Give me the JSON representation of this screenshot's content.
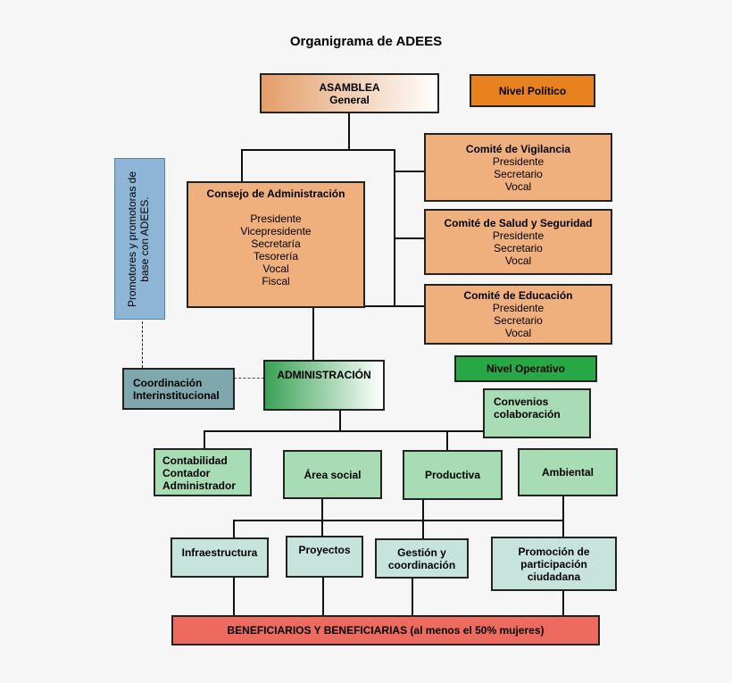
{
  "title": "Organigrama de ADEES",
  "asamblea": {
    "line1": "ASAMBLEA",
    "line2": "General"
  },
  "nivel_politico": "Nivel Político",
  "nivel_operativo": "Nivel Operativo",
  "consejo": {
    "title": "Consejo de Administración",
    "members": [
      "Presidente",
      "Vicepresidente",
      "Secretaría",
      "Tesorería",
      "Vocal",
      "Fiscal"
    ]
  },
  "comite_vigilancia": {
    "title": "Comité de Vigilancia",
    "members": [
      "Presidente",
      "Secretario",
      "Vocal"
    ]
  },
  "comite_salud": {
    "title": "Comité de Salud y Seguridad",
    "members": [
      "Presidente",
      "Secretario",
      "Vocal"
    ]
  },
  "comite_educacion": {
    "title": "Comité de Educación",
    "members": [
      "Presidente",
      "Secretario",
      "Vocal"
    ]
  },
  "promotores": {
    "line1": "Promotores y promotoras de",
    "line2": "base con ADEES."
  },
  "coordinacion": {
    "line1": "Coordinación",
    "line2": "Interinstitucional"
  },
  "administracion": "ADMINISTRACIÓN",
  "convenios": {
    "line1": "Convenios",
    "line2": "colaboración"
  },
  "contabilidad": {
    "line1": "Contabilidad",
    "line2": "Contador",
    "line3": "Administrador"
  },
  "area_social": "Área social",
  "productiva": "Productiva",
  "ambiental": "Ambiental",
  "infraestructura": "Infraestructura",
  "proyectos": "Proyectos",
  "gestion": {
    "line1": "Gestión y",
    "line2": "coordinación"
  },
  "promocion": {
    "line1": "Promoción de",
    "line2": "participación",
    "line3": "ciudadana"
  },
  "beneficiarios": "BENEFICIARIOS Y BENEFICIARIAS (al menos el 50% mujeres)",
  "colors": {
    "orange_box": "#f0b07e",
    "nivel_politico": "#e8821e",
    "nivel_operativo": "#27a844",
    "green_box": "#a8dcb4",
    "teal_box": "#c6e4dc",
    "beneficiarios": "#ec6b5e",
    "promotores": "#8db6d6",
    "coordinacion": "#7fa7ae"
  }
}
